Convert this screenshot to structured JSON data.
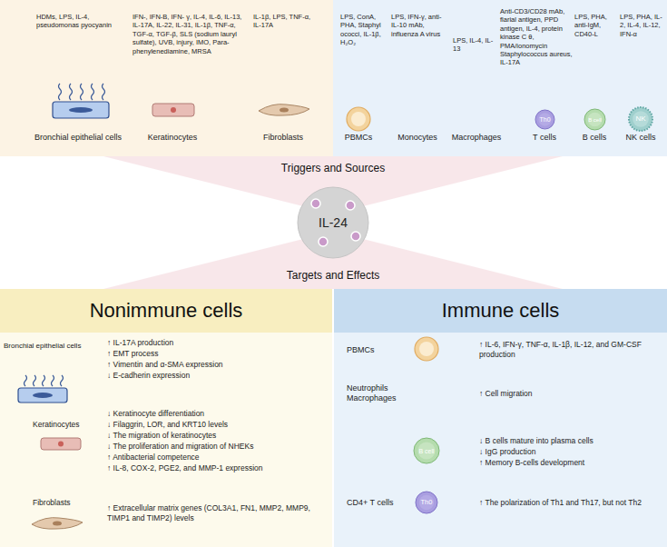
{
  "diagram": {
    "nodes": [
      {
        "text": [
          "HDMs, LPS, IL-4, pseudomonas pyocyanin",
          "IFN-, IFN-B, IFN- γ, IL-4, IL-6, IL-13, IL-17A, IL-22, IL-31, IL-1β, TNF-α, TGF-α, TGF-β, SLS (sodium lauryl sulfate), UVB, injury, IMO, Para-phenylenediamine, MRSA",
          "IL-1β, LPS, TNF-α, IL-17A",
          "Bronchial epithelial cells",
          "Keratinocytes",
          "Fibroblasts"
        ]
      },
      {
        "text": [
          "LPS, ConA, PHA, Staphyl ococci, IL-1β, H₂O₂",
          "LPS, IFN-γ, anti-IL-10 mAb, influenza A virus",
          "LPS, IL-4, IL-13",
          "Anti-CD3/CD28 mAb, flarial antigen, PPD antigen, IL-4, protein kinase C θ, PMA/ionomycin Staphylococcus aureus, IL-17A",
          "LPS, PHA, anti-IgM, CD40-L",
          "LPS, PHA, IL-2, IL-4, IL-12, IFN-α",
          "PBMCs",
          "Monocytes",
          "Macrophages",
          "T cells",
          "B cells",
          "NK cells"
        ]
      },
      {
        "text": [
          "Th0"
        ],
        "in": 1
      },
      {
        "text": [
          "B cell"
        ],
        "in": 1
      },
      {
        "text": [
          "NK"
        ],
        "in": 1
      },
      {
        "text": [
          "IL-24"
        ]
      },
      {
        "text": [
          "Nonimmune cells",
          "Bronchial epithelial cells",
          "↑ IL-17A production",
          "↑ EMT process",
          "↑ Vimentin and α-SMA expression",
          "↓ E-cadherin expression",
          "Keratinocytes",
          "↓ Keratinocyte differentiation",
          "↓ Filaggrin, LOR, and KRT10 levels",
          "↓ The migration of keratinocytes",
          "↓ The proliferation and migration of NHEKs",
          "↑ Antibacterial competence",
          "↑ IL-8, COX-2, PGE2, and MMP-1 expression",
          "Fibroblasts",
          "↑ Extracellular matrix genes (COL3A1, FN1, MMP2, MMP9, TIMP1 and TIMP2) levels"
        ]
      },
      {
        "text": [
          "Immune cells",
          "PBMCs",
          "↑ IL-6, IFN-γ, TNF-α, IL-1β, IL-12, and GM-CSF production",
          "Neutrophils Macrophages",
          "↑ Cell migration",
          "↓ B cells mature into plasma cells",
          "↓ IgG production",
          "↑ Memory B-cells development",
          "CD4+ T cells",
          "↑ The polarization of Th1 and Th17, but not Th2"
        ]
      },
      {
        "text": [
          "B cell"
        ],
        "in": 7
      },
      {
        "text": [
          "Th0"
        ],
        "in": 7
      }
    ],
    "labels": [
      "Triggers and Sources",
      "Targets and Effects"
    ]
  }
}
